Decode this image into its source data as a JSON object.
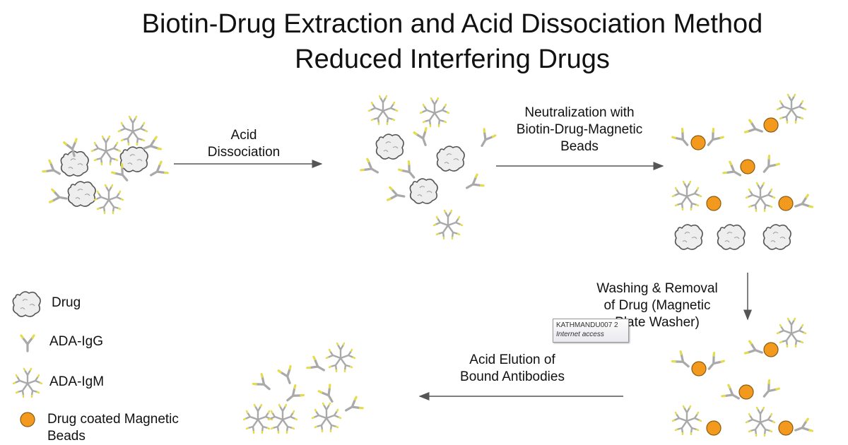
{
  "title": {
    "line1": "Biotin-Drug Extraction and Acid Dissociation Method",
    "line2": "Reduced Interfering Drugs"
  },
  "steps": {
    "acid_dissociation": [
      "Acid",
      "Dissociation"
    ],
    "neutralization": [
      "Neutralization  with",
      "Biotin-Drug-Magnetic",
      "Beads"
    ],
    "washing": [
      "Washing & Removal",
      "of Drug (Magnetic",
      "Plate Washer)"
    ],
    "elution": [
      "Acid Elution of",
      "Bound Antibodies"
    ]
  },
  "legend": {
    "drug": "Drug",
    "igg": "ADA-IgG",
    "igm": "ADA-IgM",
    "beads": [
      "Drug coated Magnetic",
      "Beads"
    ]
  },
  "tooltip": {
    "title": "KATHMANDU007  2",
    "subtitle": "Internet access"
  },
  "colors": {
    "text": "#111111",
    "arrow": "#555555",
    "antibody_gray": "#a9a9a9",
    "antibody_tip": "#e5dc4a",
    "bead_fill": "#f39a1e",
    "bead_stroke": "#8a5a12",
    "drug_fill": "#eeeeee",
    "drug_stroke": "#555555"
  },
  "icons": {
    "drug": "cloud-shape-icon",
    "igg": "y-antibody-icon",
    "igm": "pentamer-antibody-icon",
    "bead": "orange-circle-icon"
  }
}
